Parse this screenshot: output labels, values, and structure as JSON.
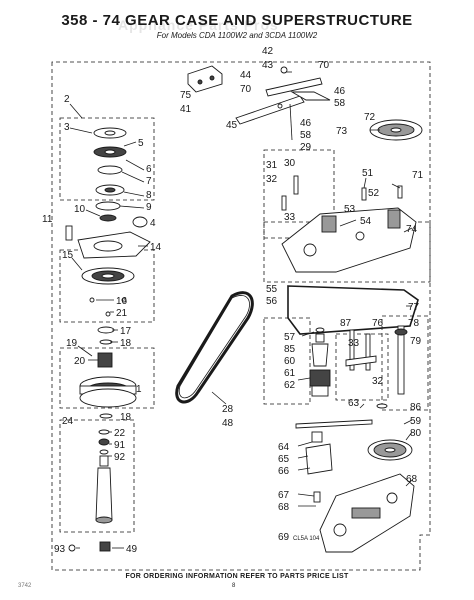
{
  "page": {
    "title": "358 - 74  GEAR CASE AND SUPERSTRUCTURE",
    "subtitle": "For Models CDA 1100W2 and 3CDA 1100W2",
    "footer": "FOR ORDERING INFORMATION REFER TO PARTS PRICE LIST",
    "page_number": "8",
    "doc_code": "3742",
    "diagram_code": "CL5A 104",
    "watermark": "Appliance Parts Pros"
  },
  "callouts": {
    "c2": "2",
    "c3": "3",
    "c5": "5",
    "c6": "6",
    "c7": "7",
    "c8": "8",
    "c9": "9",
    "c10": "10",
    "c11": "11",
    "c4": "4",
    "c14": "14",
    "c15": "15",
    "c16": "16",
    "c21": "21",
    "c17": "17",
    "c18a": "18",
    "c19": "19",
    "c20": "20",
    "c1": "1",
    "c24": "24",
    "c22": "22",
    "c18b": "18",
    "c91": "91",
    "c92": "92",
    "c93": "93",
    "c49": "49",
    "c28": "28",
    "c48": "48",
    "c42": "42",
    "c43": "43",
    "c70a": "70",
    "c44": "44",
    "c70b": "70",
    "c46a": "46",
    "c58a": "58",
    "c75": "75",
    "c41": "41",
    "c45": "45",
    "c46b": "46",
    "c58b": "58",
    "c29": "29",
    "c72": "72",
    "c73": "73",
    "c31": "31",
    "c30": "30",
    "c32a": "32",
    "c33a": "33",
    "c51": "51",
    "c71": "71",
    "c52": "52",
    "c53": "53",
    "c54": "54",
    "c74": "74",
    "c55": "55",
    "c56": "56",
    "c77": "77",
    "c57": "57",
    "c85": "85",
    "c60": "60",
    "c61": "61",
    "c62": "62",
    "c87": "87",
    "c76": "76",
    "c78": "78",
    "c79": "79",
    "c33b": "33",
    "c32b": "32",
    "c63": "63",
    "c86": "86",
    "c59": "59",
    "c80": "80",
    "c64": "64",
    "c65": "65",
    "c66": "66",
    "c67": "67",
    "c68a": "68",
    "c68b": "68",
    "c69": "69"
  }
}
